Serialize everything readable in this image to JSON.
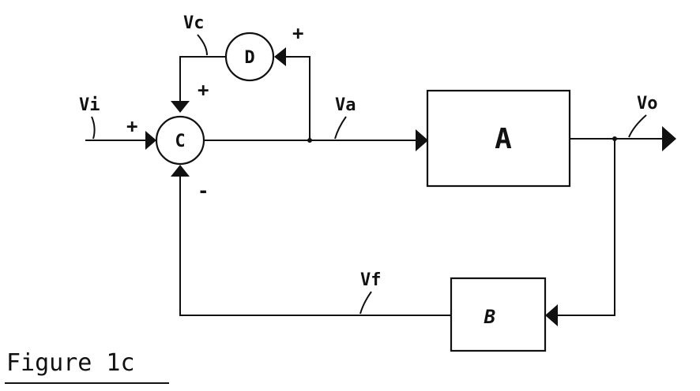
{
  "blocks": {
    "summing_node": "C",
    "feedback_node": "D",
    "amplifier": "A",
    "feedback_network": "B"
  },
  "signals": {
    "input": "Vi",
    "amplifier_input": "Va",
    "output": "Vo",
    "feedback": "Vf",
    "correction": "Vc"
  },
  "signs": {
    "c_input_plus": "+",
    "c_top_plus": "+",
    "c_bottom_minus": "-",
    "d_input_plus": "+"
  },
  "caption": "Figure 1c",
  "colors": {
    "ink": "#111111",
    "background": "#ffffff"
  }
}
